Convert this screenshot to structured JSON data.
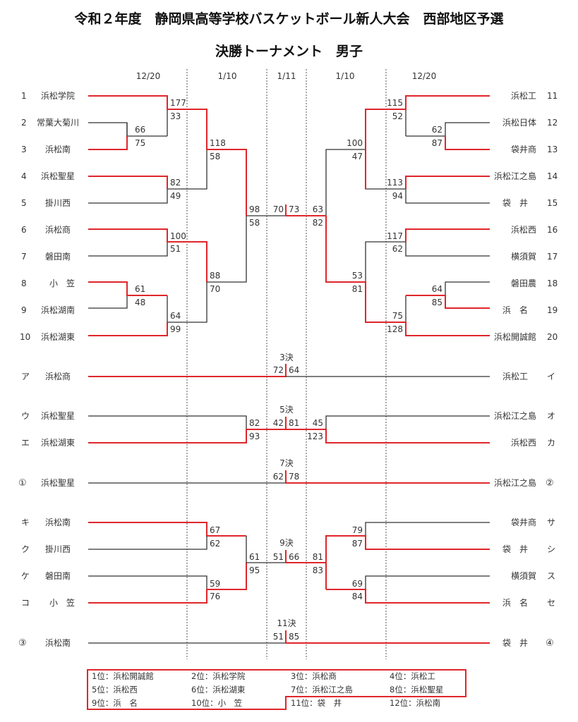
{
  "title": "令和２年度　静岡県高等学校バスケットボール新人大会　西部地区予選",
  "subtitle": "決勝トーナメント　男子",
  "dates": [
    "12/20",
    "1/10",
    "1/11",
    "1/10",
    "12/20"
  ],
  "left_teams": [
    {
      "num": "1",
      "name": "浜松学院"
    },
    {
      "num": "2",
      "name": "常葉大菊川"
    },
    {
      "num": "3",
      "name": "浜松南"
    },
    {
      "num": "4",
      "name": "浜松聖星"
    },
    {
      "num": "5",
      "name": "掛川西"
    },
    {
      "num": "6",
      "name": "浜松商"
    },
    {
      "num": "7",
      "name": "磐田南"
    },
    {
      "num": "8",
      "name": "小　笠"
    },
    {
      "num": "9",
      "name": "浜松湖南"
    },
    {
      "num": "10",
      "name": "浜松湖東"
    }
  ],
  "right_teams": [
    {
      "num": "11",
      "name": "浜松工"
    },
    {
      "num": "12",
      "name": "浜松日体"
    },
    {
      "num": "13",
      "name": "袋井商"
    },
    {
      "num": "14",
      "name": "浜松江之島"
    },
    {
      "num": "15",
      "name": "袋　井"
    },
    {
      "num": "16",
      "name": "浜松西"
    },
    {
      "num": "17",
      "name": "横須賀"
    },
    {
      "num": "18",
      "name": "磐田農"
    },
    {
      "num": "19",
      "name": "浜　名"
    },
    {
      "num": "20",
      "name": "浜松開誠館"
    }
  ],
  "scores": {
    "l1": "177",
    "l2": "33",
    "l3": "66",
    "l4": "75",
    "l5": "118",
    "l6": "58",
    "l7": "82",
    "l8": "49",
    "l9": "98",
    "l10": "58",
    "l11": "100",
    "l12": "51",
    "l13": "88",
    "l14": "70",
    "l15": "61",
    "l16": "48",
    "l17": "64",
    "l18": "99",
    "f1": "70",
    "f2": "73",
    "r1": "115",
    "r2": "52",
    "r3": "62",
    "r4": "87",
    "r5": "100",
    "r6": "47",
    "r7": "113",
    "r8": "94",
    "r9": "63",
    "r10": "82",
    "r11": "117",
    "r12": "62",
    "r13": "53",
    "r14": "81",
    "r15": "64",
    "r16": "85",
    "r17": "75",
    "r18": "128"
  },
  "placement": [
    {
      "label": "3決",
      "left_mark": "ア",
      "left_team": "浜松商",
      "left_score": "72",
      "right_score": "64",
      "right_team": "浜松工",
      "right_mark": "イ"
    },
    {
      "label": "5決",
      "semi": [
        {
          "left_mark": "ウ",
          "left_team": "浜松聖星",
          "score_a": "82"
        },
        {
          "left_mark": "エ",
          "left_team": "浜松湖東",
          "score_b": "93"
        }
      ],
      "right_semi": [
        {
          "right_team": "浜松江之島",
          "right_mark": "オ",
          "score_a": "45"
        },
        {
          "right_team": "浜松西",
          "right_mark": "カ",
          "score_b": "123"
        }
      ],
      "left_score": "42",
      "right_score": "81"
    },
    {
      "label": "7決",
      "left_mark": "①",
      "left_team": "浜松聖星",
      "left_score": "62",
      "right_score": "78",
      "right_team": "浜松江之島",
      "right_mark": "②"
    },
    {
      "label": "9決",
      "left_semi": [
        {
          "mark": "キ",
          "team": "浜松南"
        },
        {
          "mark": "ク",
          "team": "掛川西"
        },
        {
          "mark": "ケ",
          "team": "磐田南"
        },
        {
          "mark": "コ",
          "team": "小　笠"
        }
      ],
      "left_semi_scores": [
        "67",
        "62",
        "59",
        "76",
        "61",
        "95"
      ],
      "right_semi": [
        {
          "mark": "サ",
          "team": "袋井商"
        },
        {
          "mark": "シ",
          "team": "袋　井"
        },
        {
          "mark": "ス",
          "team": "横須賀"
        },
        {
          "mark": "セ",
          "team": "浜　名"
        }
      ],
      "right_semi_scores": [
        "79",
        "87",
        "69",
        "84",
        "81",
        "83"
      ],
      "left_score": "51",
      "right_score": "66"
    },
    {
      "label": "11決",
      "left_mark": "③",
      "left_team": "浜松南",
      "left_score": "51",
      "right_score": "85",
      "right_team": "袋　井",
      "right_mark": "④"
    }
  ],
  "ranking": [
    "1位：浜松開誠館",
    "2位：浜松学院",
    "3位：浜松商",
    "4位：浜松工",
    "5位：浜松西",
    "6位：浜松湖東",
    "7位：浜松江之島",
    "8位：浜松聖星",
    "9位：浜　名",
    "10位：小　笠",
    "11位：袋　井",
    "12位：浜松南"
  ],
  "colors": {
    "win": "#e0262b",
    "lose": "#333333"
  }
}
